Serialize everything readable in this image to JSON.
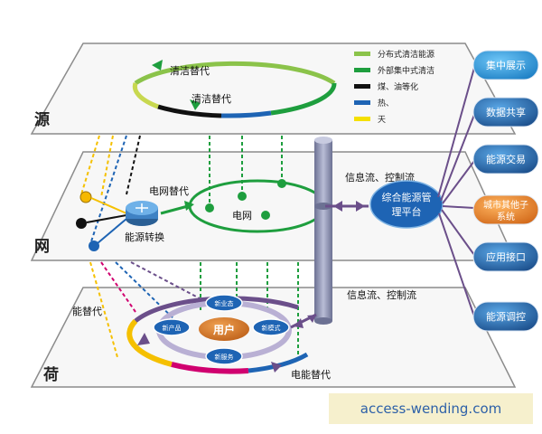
{
  "layers": {
    "source": "源",
    "grid": "网",
    "load": "荷"
  },
  "legend": [
    {
      "label": "分布式清洁能源",
      "color": "#8bc34a"
    },
    {
      "label": "外部集中式清洁",
      "color": "#1e9e3e"
    },
    {
      "label": "煤、油等化",
      "color": "#111111"
    },
    {
      "label": "热、",
      "color": "#1e64b4"
    },
    {
      "label": "天",
      "color": "#f5e000"
    }
  ],
  "source_layer": {
    "label_top": "清洁替代",
    "label_bottom": "清洁替代"
  },
  "grid_layer": {
    "replace_label": "电网替代",
    "grid_label": "电网",
    "converter_label": "能源转换",
    "info_flow_label": "信息流、控制流"
  },
  "platform": {
    "line1": "综合能源管",
    "line2": "理平台"
  },
  "load_layer": {
    "left_label": "能替代",
    "bottom_label": "电能替代",
    "info_flow_label": "信息流、控制流",
    "user_label": "用户",
    "ring_nodes": [
      "新业态",
      "新模式",
      "新服务",
      "新产品"
    ]
  },
  "services": [
    {
      "label": "集中展示",
      "color": "#1f8fd6"
    },
    {
      "label": "数据共享",
      "color": "#1f5d9c"
    },
    {
      "label": "能源交易",
      "color": "#1f5d9c"
    },
    {
      "label1": "城市其他子",
      "label2": "系统",
      "color": "#f08c2a"
    },
    {
      "label": "应用接口",
      "color": "#1f5d9c"
    },
    {
      "label": "能源调控",
      "color": "#1f5d9c"
    }
  ],
  "watermark": "access-wending.com",
  "colors": {
    "plane_fill": "#f7f7f7",
    "plane_edge": "#8c8c8c",
    "green": "#1e9e3e",
    "light_green": "#8bc34a",
    "pipe": "#8a8fb0",
    "hub": "#1e64b4",
    "ray": "#6b4f8a",
    "watermark_bg": "#f6f0cd"
  }
}
